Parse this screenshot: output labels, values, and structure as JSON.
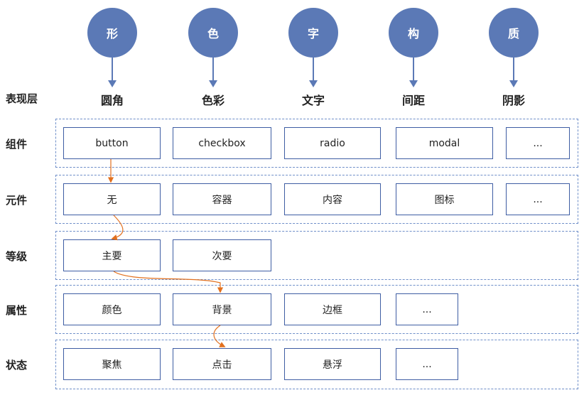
{
  "presentation": {
    "row_label": "表现层",
    "circles": [
      "形",
      "色",
      "字",
      "构",
      "质"
    ],
    "labels": [
      "圆角",
      "色彩",
      "文字",
      "间距",
      "阴影"
    ]
  },
  "rows": [
    {
      "label": "组件",
      "items": [
        "button",
        "checkbox",
        "radio",
        "modal",
        "..."
      ]
    },
    {
      "label": "元件",
      "items": [
        "无",
        "容器",
        "内容",
        "图标",
        "..."
      ]
    },
    {
      "label": "等级",
      "items": [
        "主要",
        "次要"
      ]
    },
    {
      "label": "属性",
      "items": [
        "颜色",
        "背景",
        "边框",
        "..."
      ]
    },
    {
      "label": "状态",
      "items": [
        "聚焦",
        "点击",
        "悬浮",
        "..."
      ]
    }
  ],
  "colors": {
    "accent": "#5b79b6",
    "box_border": "#3e5da3",
    "flow": "#e2701e"
  }
}
